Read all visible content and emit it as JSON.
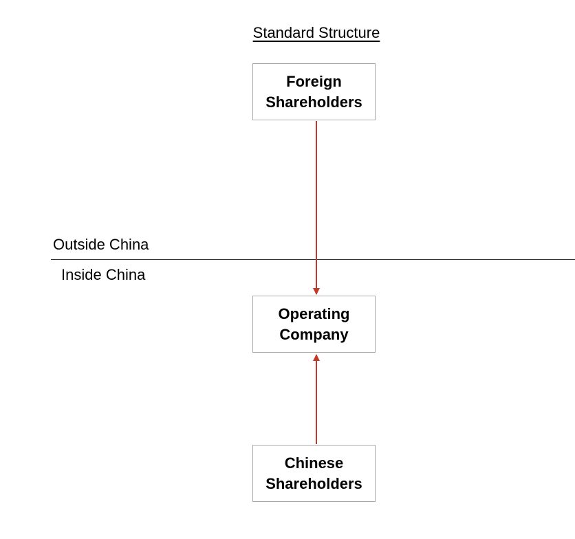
{
  "title": "Standard Structure",
  "nodes": {
    "foreign": {
      "line1": "Foreign",
      "line2": "Shareholders"
    },
    "operating": {
      "line1": "Operating",
      "line2": "Company"
    },
    "chinese": {
      "line1": "Chinese",
      "line2": "Shareholders"
    }
  },
  "regions": {
    "outside": "Outside China",
    "inside": "Inside China"
  },
  "colors": {
    "arrow": "#c0392b",
    "box_border": "#a8a8a8",
    "divider": "#333333"
  }
}
